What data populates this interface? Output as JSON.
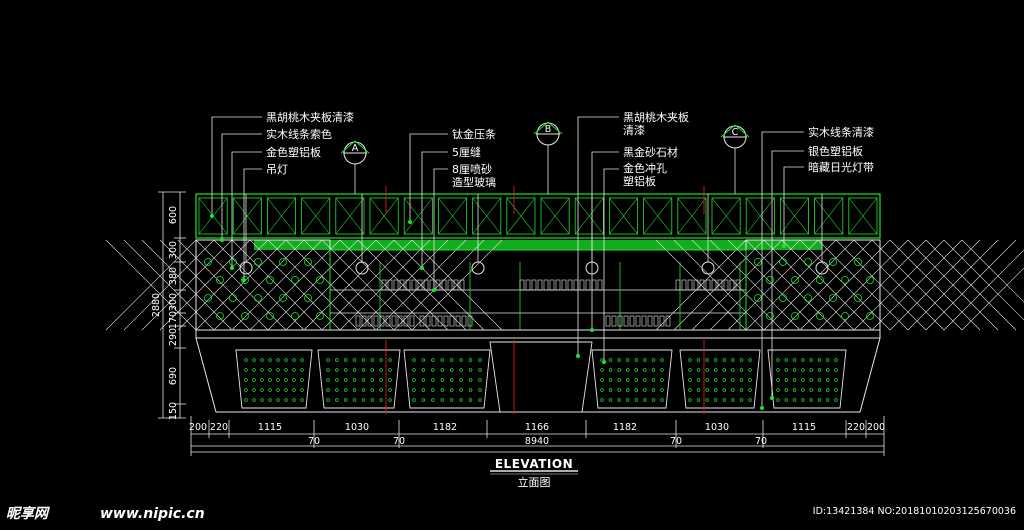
{
  "colors": {
    "background": "#000000",
    "outline": "#19e62a",
    "lines": "#e6e6e6",
    "accent": "#e11b1b"
  },
  "labels_left": [
    "黑胡桃木夹板清漆",
    "实木线条索色",
    "金色塑铝板",
    "吊灯"
  ],
  "labels_mid": [
    "钛金压条",
    "5厘缝",
    "8厘喷砂",
    "造型玻璃"
  ],
  "labels_right1": [
    "黑胡桃木夹板",
    "清漆",
    "黑金砂石材",
    "金色冲孔",
    "塑铝板"
  ],
  "labels_right2": [
    "实木线条清漆",
    "银色塑铝板",
    "暗藏日光灯带"
  ],
  "markers": [
    "A",
    "B",
    "C"
  ],
  "dims_vertical": [
    "600",
    "300",
    "380",
    "300",
    "2880",
    "170",
    "290",
    "690",
    "150"
  ],
  "dims_bottom": [
    "200",
    "220",
    "1115",
    "1030",
    "1182",
    "1166",
    "1182",
    "1030",
    "1115",
    "220",
    "200"
  ],
  "dims_bottom_sub": [
    "70",
    "70",
    "70",
    "70"
  ],
  "dim_total": "8940",
  "title": "ELEVATION",
  "subtitle": "立面图",
  "watermark": {
    "brand": "昵享网",
    "url": "www.nipic.cn",
    "id": "ID:13421384 NO:20181010203125670036"
  }
}
